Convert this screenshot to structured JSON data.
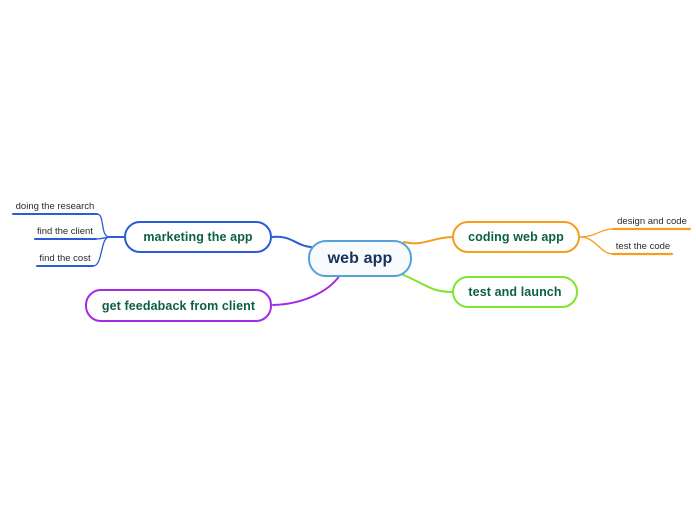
{
  "colors": {
    "blue": "#2a5cd7",
    "sky": "#54a3d8",
    "orange": "#f59d1f",
    "green": "#7de62d",
    "purple": "#a429e8",
    "root_fill": "#f7fbfe",
    "root_text": "#17315c",
    "branch_text": "#0d5f47",
    "child_text": "#2b2b2b",
    "canvas_bg": "#ffffff"
  },
  "mindmap": {
    "root": {
      "label": "web app"
    },
    "branches": [
      {
        "label": "marketing the app",
        "children": [
          {
            "label": "doing the research"
          },
          {
            "label": "find the client"
          },
          {
            "label": "find the cost"
          }
        ]
      },
      {
        "label": "coding web app",
        "children": [
          {
            "label": "design and code"
          },
          {
            "label": "test the code"
          }
        ]
      },
      {
        "label": "test and launch",
        "children": []
      },
      {
        "label": "get feedaback from client",
        "children": []
      }
    ]
  }
}
